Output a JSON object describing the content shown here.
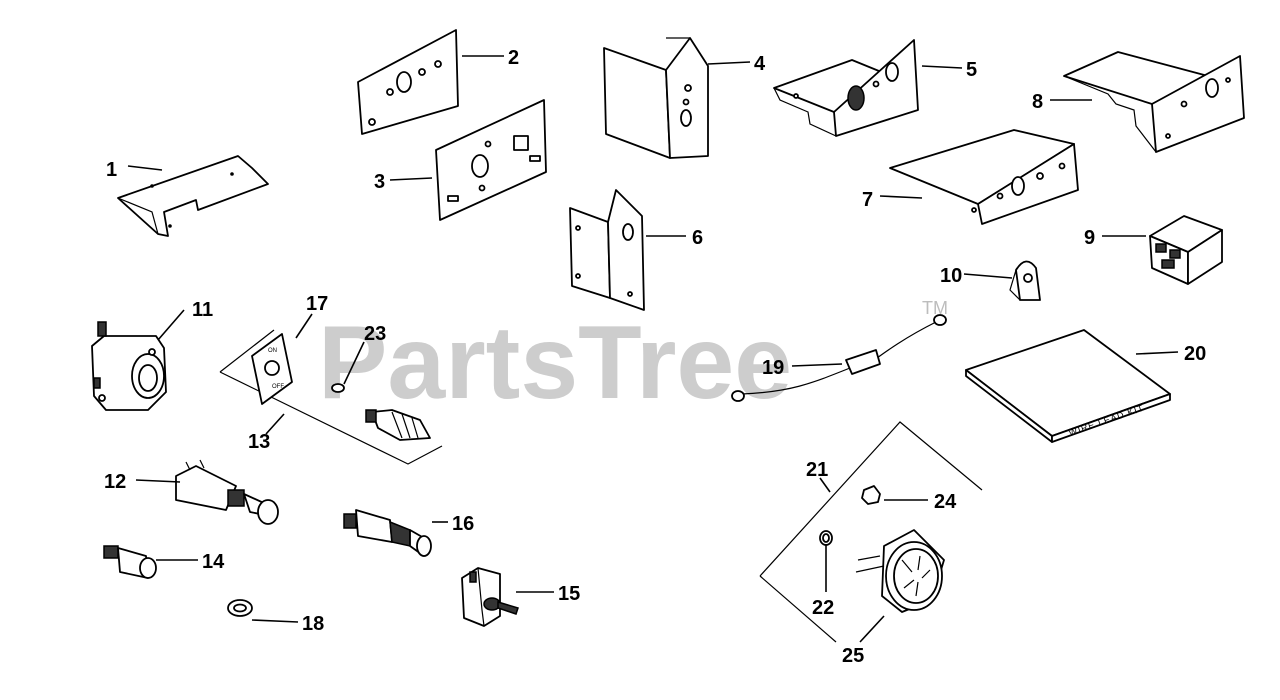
{
  "watermark": {
    "text": "PartsTree",
    "trademark": "TM"
  },
  "wire_kit_label": "WIRE LEAD KIT",
  "switch_label_on": "ON",
  "switch_label_off": "OFF",
  "callouts": [
    "1",
    "2",
    "3",
    "4",
    "5",
    "6",
    "7",
    "8",
    "9",
    "10",
    "11",
    "12",
    "13",
    "14",
    "15",
    "16",
    "17",
    "18",
    "19",
    "20",
    "21",
    "22",
    "23",
    "24",
    "25"
  ]
}
